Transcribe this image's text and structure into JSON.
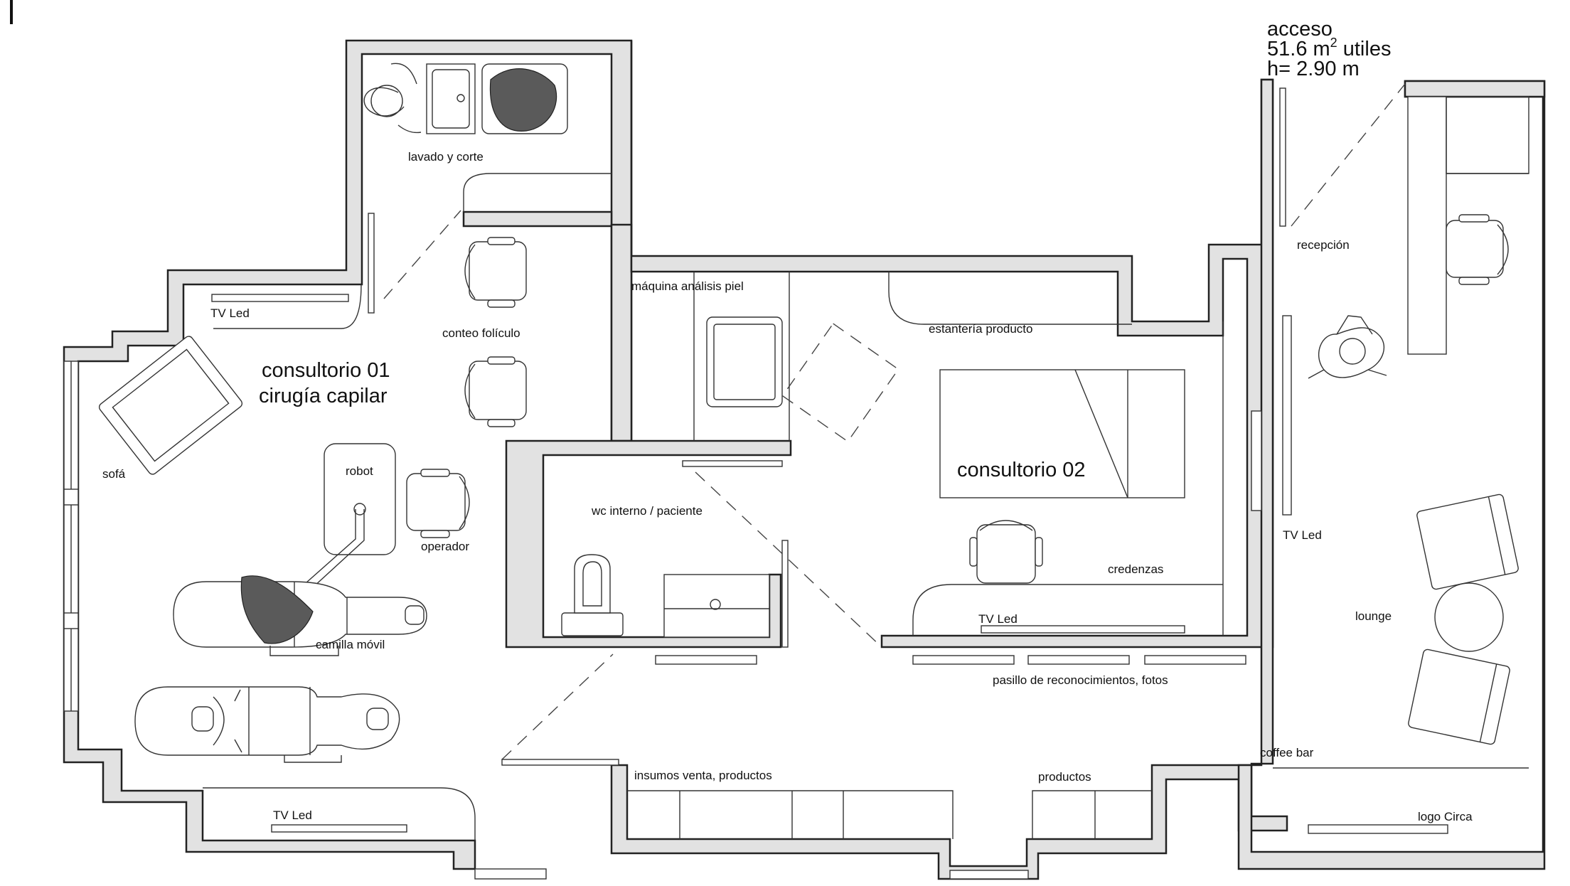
{
  "plan": {
    "access": {
      "label": "acceso",
      "area_value": "51.6 m",
      "area_exp": "2",
      "area_unit": " utiles",
      "height": "h= 2.90 m"
    },
    "rooms": {
      "consultorio01_line1": "consultorio 01",
      "consultorio01_line2": "cirugía capilar",
      "consultorio02": "consultorio 02"
    },
    "labels": {
      "lavado": "lavado y corte",
      "tv_led_c01_top": "TV Led",
      "conteo": "conteo folículo",
      "sofa": "sofá",
      "robot": "robot",
      "operador": "operador",
      "camilla": "camilla móvil",
      "tv_led_c01_bottom": "TV Led",
      "maquina": "máquina análisis piel",
      "estanteria": "estantería producto",
      "wc": "wc interno / paciente",
      "credenzas": "credenzas",
      "tv_led_c02": "TV Led",
      "pasillo": "pasillo de reconocimientos, fotos",
      "insumos": "insumos venta, productos",
      "productos": "productos",
      "recepcion": "recepción",
      "tv_led_lounge": "TV Led",
      "lounge": "lounge",
      "coffee": "coffee bar",
      "logo": "logo Circa"
    }
  }
}
